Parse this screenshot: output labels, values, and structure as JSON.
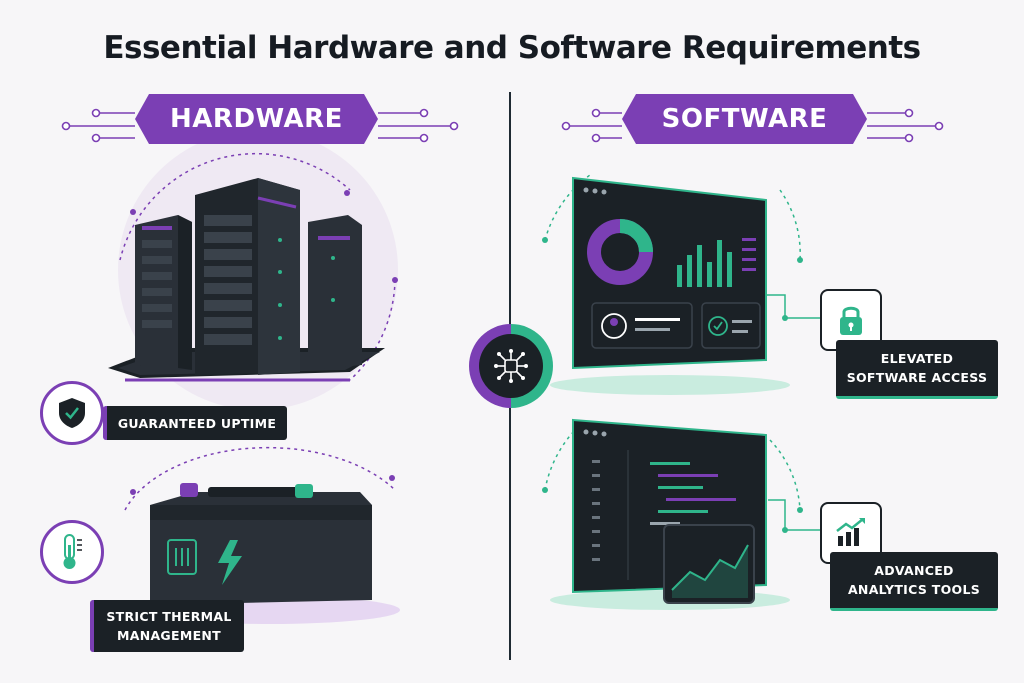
{
  "title": "Essential Hardware and Software Requirements",
  "hardware": {
    "banner": "HARDWARE",
    "features": [
      {
        "label": "GUARANTEED UPTIME",
        "icon": "shield-check-icon"
      },
      {
        "label_line1": "STRICT THERMAL",
        "label_line2": "MANAGEMENT",
        "icon": "thermometer-icon"
      }
    ]
  },
  "software": {
    "banner": "SOFTWARE",
    "features": [
      {
        "label_line1": "ELEVATED",
        "label_line2": "SOFTWARE ACCESS",
        "icon": "padlock-icon"
      },
      {
        "label_line1": "ADVANCED",
        "label_line2": "ANALYTICS TOOLS",
        "icon": "bar-chart-trend-icon"
      }
    ]
  },
  "center_icon": "circuit-chip-icon",
  "colors": {
    "purple": "#7b3fb4",
    "green": "#2fb58b",
    "dark": "#1b2126",
    "background": "#f7f6f8"
  }
}
